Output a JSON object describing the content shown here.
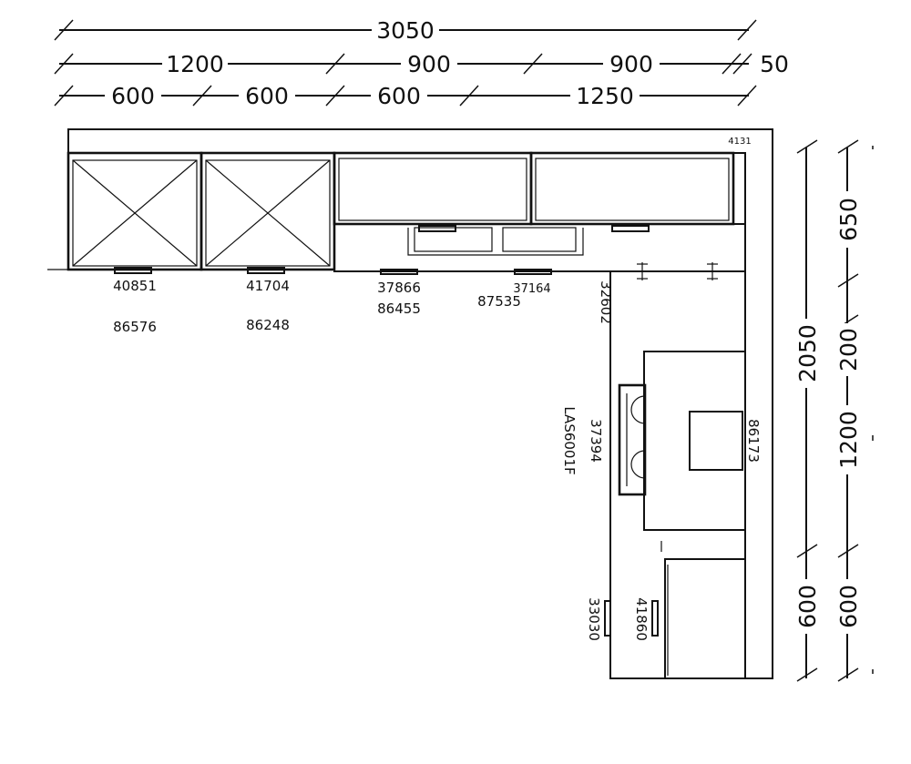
{
  "dimensions_top": {
    "row1": [
      "3050"
    ],
    "row2": [
      "1200",
      "900",
      "900",
      "50"
    ],
    "row3": [
      "600",
      "600",
      "600",
      "1250"
    ]
  },
  "dimensions_right": {
    "outer": [
      "2050"
    ],
    "inner": [
      "650",
      "200",
      "1200",
      "600"
    ],
    "lower": "600"
  },
  "corner_label": "4131",
  "codes": {
    "c40851": "40851",
    "c86576": "86576",
    "c41704": "41704",
    "c86248": "86248",
    "c37866": "37866",
    "c86455": "86455",
    "c87535": "87535",
    "c37164": "37164",
    "c32602": "32602",
    "c37394": "37394",
    "c las": "LAS6001F",
    "c86173": "86173",
    "c33030": "33030",
    "c41860": "41860"
  },
  "colors": {
    "line": "#111111",
    "background": "#ffffff"
  }
}
